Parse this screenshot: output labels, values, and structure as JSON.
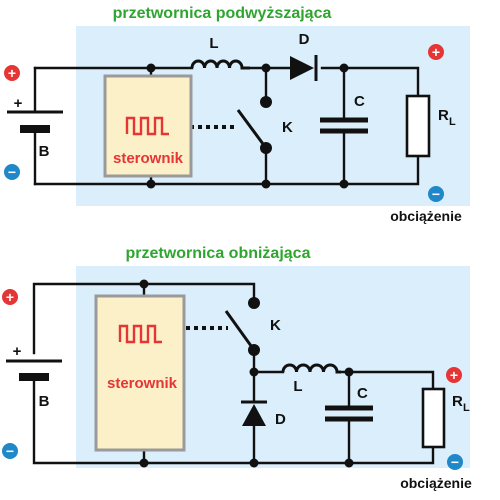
{
  "colors": {
    "panel": "#dbeefb",
    "title": "#2fa52f",
    "controller_fill": "#fbf0c8",
    "controller_border": "#9a9a9a",
    "controller_text": "#e53535",
    "plus_badge": "#e53535",
    "minus_badge": "#1e88c8",
    "ink": "#111111"
  },
  "boost": {
    "title": "przetwornica podwyższająca",
    "controller_label": "sterownik",
    "inductor_label": "L",
    "diode_label": "D",
    "switch_label": "K",
    "capacitor_label": "C",
    "load_label_main": "R",
    "load_label_sub": "L",
    "battery_label": "B",
    "battery_plus": "+",
    "badge_plus": "+",
    "badge_minus": "−",
    "load_caption": "obciążenie"
  },
  "buck": {
    "title": "przetwornica obniżająca",
    "controller_label": "sterownik",
    "inductor_label": "L",
    "diode_label": "D",
    "switch_label": "K",
    "capacitor_label": "C",
    "load_label_main": "R",
    "load_label_sub": "L",
    "battery_label": "B",
    "battery_plus": "+",
    "badge_plus": "+",
    "badge_minus": "−",
    "load_caption": "obciążenie"
  }
}
